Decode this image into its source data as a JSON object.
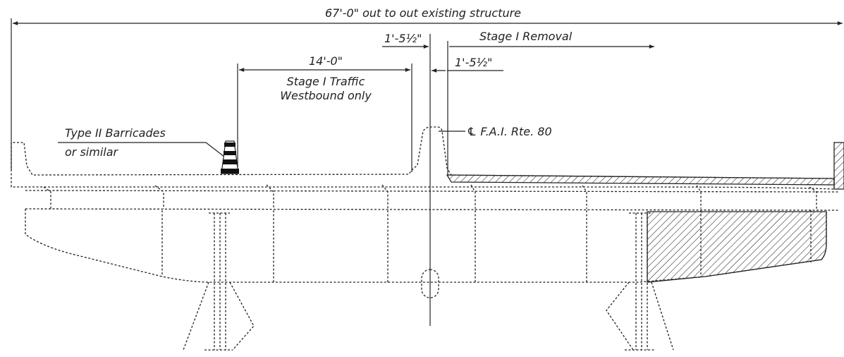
{
  "labels": {
    "overall_width": "67'-0\" out to out existing structure",
    "offset_left": "1'-5½\"",
    "offset_right": "1'-5½\"",
    "stage_removal": "Stage I Removal",
    "lane_width": "14'-0\"",
    "traffic_line1": "Stage I Traffic",
    "traffic_line2": "Westbound only",
    "centerline": "℄ F.A.I. Rte. 80",
    "barricade_line1": "Type II Barricades",
    "barricade_line2": "or similar"
  },
  "colors": {
    "ink": "#222222",
    "background": "#ffffff"
  }
}
